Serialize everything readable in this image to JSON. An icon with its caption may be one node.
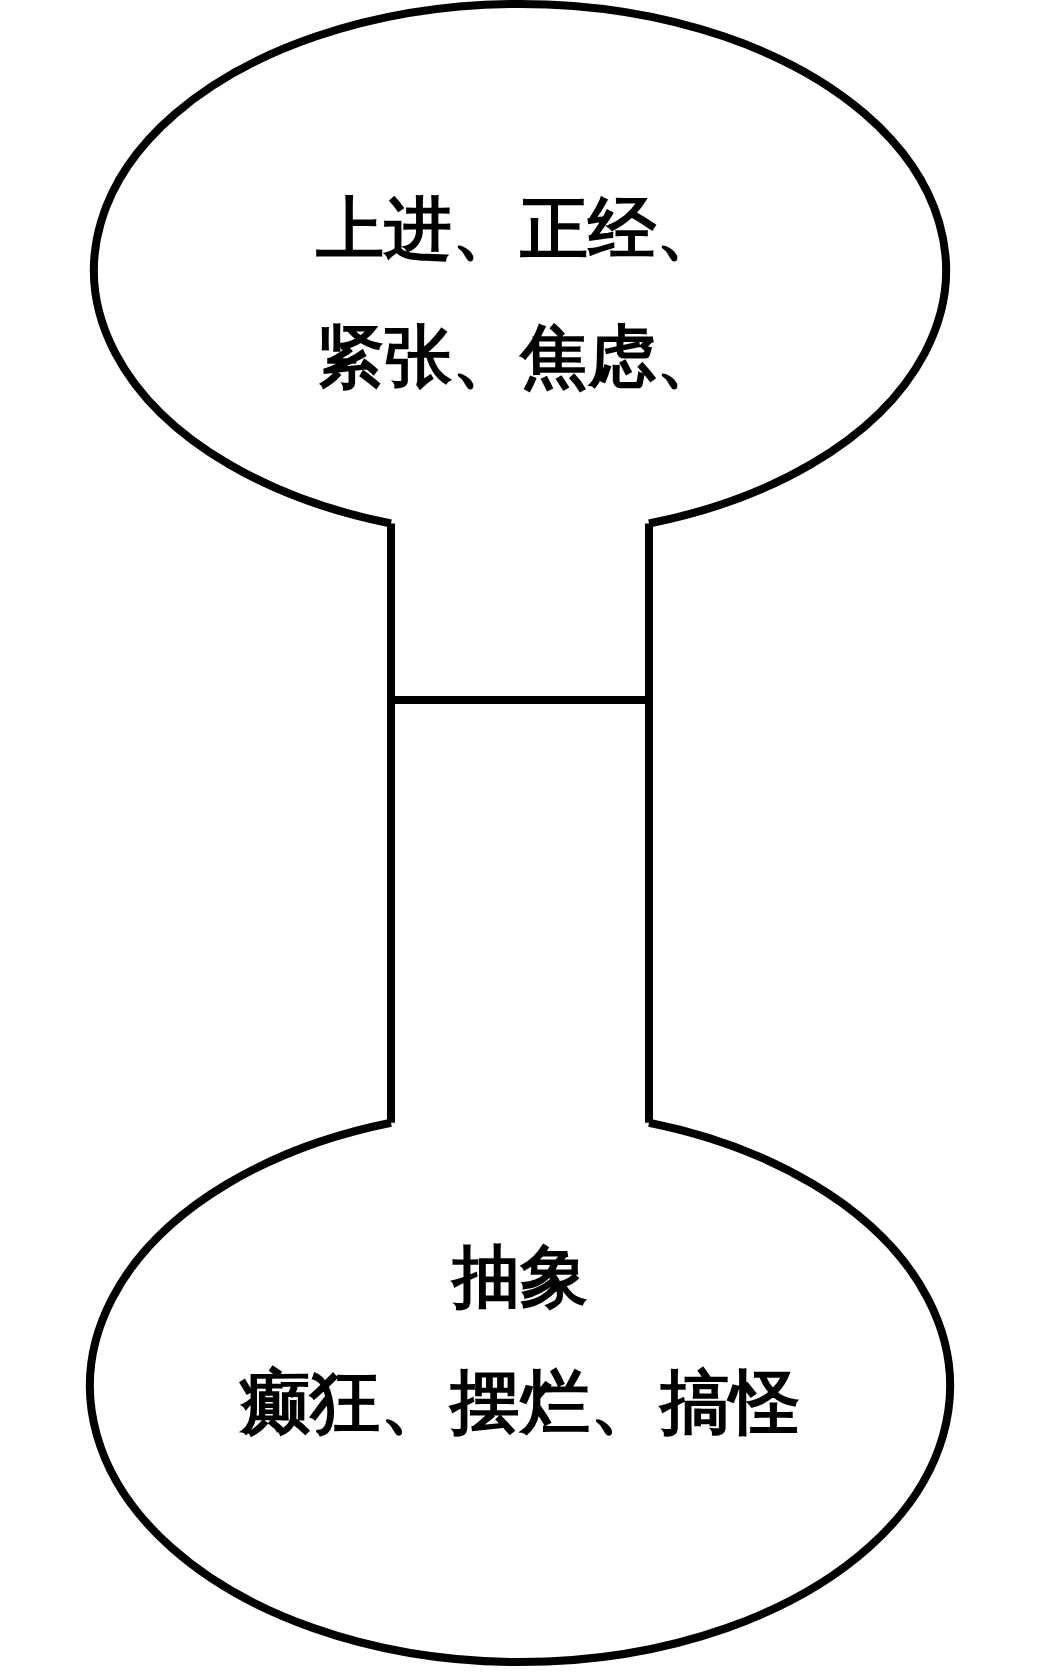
{
  "diagram": {
    "nodes": [
      {
        "text": [
          "上进、正经、紧张、焦虑、"
        ]
      },
      {
        "text": [
          "抽象",
          "癫狂、摆烂、搞怪"
        ]
      }
    ]
  }
}
